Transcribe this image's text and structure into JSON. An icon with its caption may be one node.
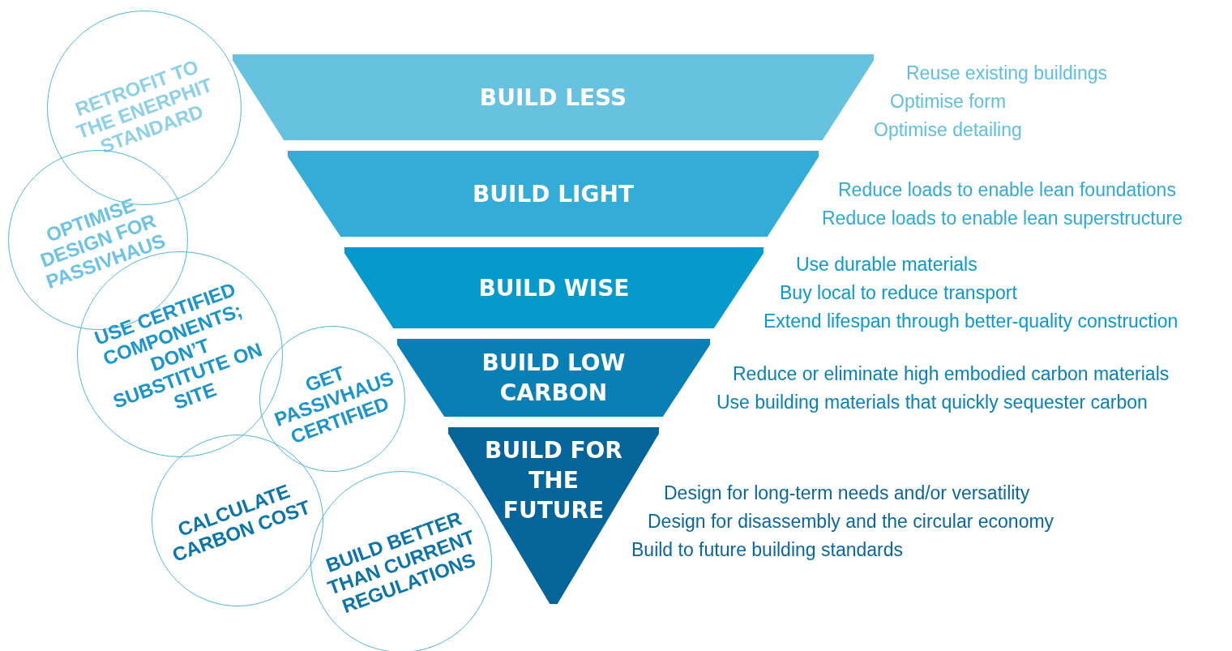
{
  "diagram": {
    "nodes": [
      {
        "text": [
          "BUILD LESS"
        ],
        "beside": [
          "Reuse existing buildings",
          "Optimise form",
          "Optimise detailing"
        ]
      },
      {
        "text": [
          "BUILD LIGHT"
        ],
        "beside": [
          "Reduce loads to enable lean foundations",
          "Reduce loads to enable lean superstructure"
        ]
      },
      {
        "text": [
          "BUILD WISE"
        ],
        "beside": [
          "Use durable materials",
          "Buy local to reduce transport",
          "Extend lifespan through better-quality construction"
        ]
      },
      {
        "text": [
          "BUILD LOW CARBON"
        ],
        "beside": [
          "Reduce or eliminate high embodied carbon materials",
          "Use building materials that quickly sequester carbon"
        ]
      },
      {
        "text": [
          "BUILD FOR THE FUTURE"
        ],
        "beside": [
          "Design for long-term needs and/or versatility",
          "Design for disassembly and the circular economy",
          "Build to future building standards"
        ]
      },
      {
        "text": [
          "RETROFIT TO THE ENERPHIT STANDARD"
        ]
      },
      {
        "text": [
          "OPTIMISE DESIGN FOR PASSIVHAUS"
        ]
      },
      {
        "text": [
          "USE CERTIFIED COMPONENTS; DON’T SUBSTITUTE ON SITE"
        ]
      },
      {
        "text": [
          "GET PASSIVHAUS CERTIFIED"
        ]
      },
      {
        "text": [
          "CALCULATE CARBON COST"
        ]
      },
      {
        "text": [
          "BUILD BETTER THAN CURRENT REGULATIONS"
        ]
      }
    ]
  }
}
